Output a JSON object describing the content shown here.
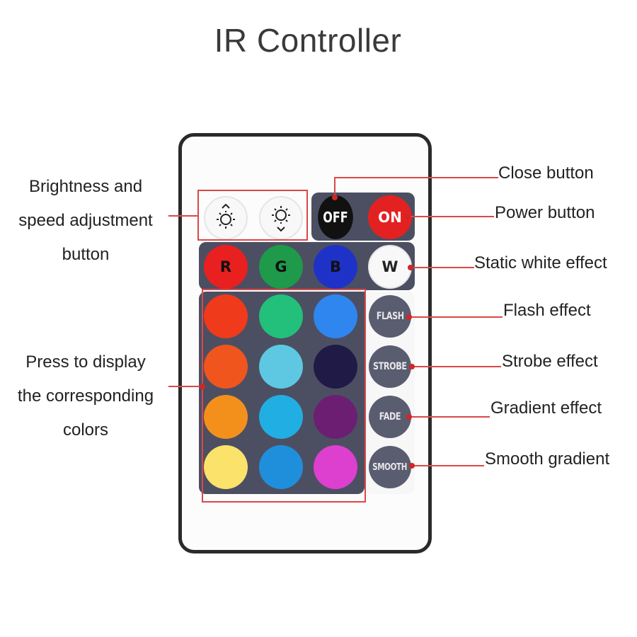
{
  "title": "IR Controller",
  "labels": {
    "brightness": [
      "Brightness and",
      "speed adjustment",
      "button"
    ],
    "colors": [
      "Press to display",
      "the corresponding",
      "colors"
    ],
    "close": "Close button",
    "power": "Power button",
    "static_white": "Static white effect",
    "flash": "Flash effect",
    "strobe": "Strobe effect",
    "gradient": "Gradient effect",
    "smooth": "Smooth gradient"
  },
  "buttons": {
    "off": "OFF",
    "on": "ON",
    "r": "R",
    "g": "G",
    "b": "B",
    "w": "W",
    "flash": "FLASH",
    "strobe": "STROBE",
    "fade": "FADE",
    "smooth": "SMOOTH",
    "brightness_up_icon": "brightness-up-icon",
    "brightness_down_icon": "brightness-down-icon"
  },
  "colors": {
    "accent_line": "#d94848",
    "r": "#e82020",
    "g": "#1e9a4a",
    "b": "#1f32c8",
    "swatches": [
      [
        "#ef3a1c",
        "#22c07a",
        "#2f86ef"
      ],
      [
        "#f0551e",
        "#5ec8e2",
        "#201a46"
      ],
      [
        "#f3901c",
        "#21aee3",
        "#6c1f72"
      ],
      [
        "#fbe26a",
        "#1f8fdc",
        "#dd3fce"
      ]
    ]
  }
}
